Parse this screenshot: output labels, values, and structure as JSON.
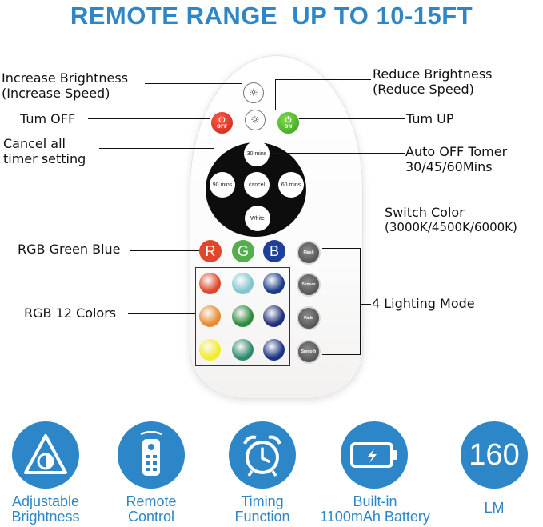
{
  "title": "REMOTE RANGE  UP TO 10-15FT",
  "labels": {
    "increase_brightness": "Increase Brightness",
    "increase_speed": "(Increase Speed)",
    "reduce_brightness": "Reduce Brightness",
    "reduce_speed": "(Reduce Speed)",
    "turn_off": "Tum OFF",
    "turn_up": "Tum UP",
    "cancel_all_1": "Cancel all",
    "cancel_all_2": "timer setting",
    "auto_off_1": "Auto OFF Tomer",
    "auto_off_2": "30/45/60Mins",
    "switch_color_1": "Switch Color",
    "switch_color_2": "(3000K/4500K/6000K)",
    "rgb_green_blue": "RGB Green Blue",
    "rgb_12": "RGB 12 Colors",
    "lighting_mode": "4 Lighting Mode"
  },
  "remote": {
    "off": "OFF",
    "on": "ON",
    "timer": {
      "t30": "30 mins",
      "t60": "60 mins",
      "t90": "90 mins",
      "cancel": "cancel",
      "white": "White"
    },
    "letters": {
      "r": "R",
      "g": "G",
      "b": "B"
    },
    "modes": [
      "Flash",
      "Sensor",
      "Fade",
      "Smooth"
    ],
    "colors": [
      "#e0462a",
      "#7fc6cf",
      "#1c3a8a",
      "#e88a2e",
      "#2f8a3c",
      "#1f2f7a",
      "#f3ec2a",
      "#2e8b6e",
      "#1a3580"
    ],
    "letter_colors": {
      "r": "#e0462a",
      "g": "#52b04a",
      "b": "#1f3f9a"
    }
  },
  "features": [
    {
      "icon": "brightness-icon",
      "line1": "Adjustable",
      "line2": "Brightness"
    },
    {
      "icon": "remote-icon",
      "line1": "Remote",
      "line2": "Control"
    },
    {
      "icon": "alarm-clock-icon",
      "line1": "Timing",
      "line2": "Function"
    },
    {
      "icon": "battery-icon",
      "line1": "Built-in",
      "line2": "1100mAh Battery"
    },
    {
      "icon": "lumen-icon",
      "value": "160",
      "line1": "LM"
    }
  ],
  "colors": {
    "accent": "#2f86c6",
    "circle": "#2c86c8"
  }
}
